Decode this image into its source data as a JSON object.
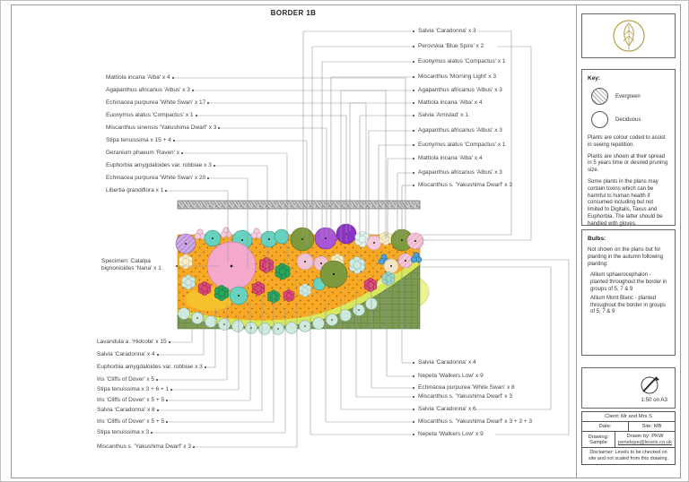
{
  "title": "BORDER 1B",
  "plan": {
    "specimen_label": "Specimen: Catalpa bignonioides 'Nana' x 1",
    "labels_left": [
      {
        "text": "Mattiola incana 'Alba' x 4"
      },
      {
        "text": "Agapanthus africanus 'Albus' x 3"
      },
      {
        "text": "Echinacea purpurea 'White Swan' x 17"
      },
      {
        "text": "Euonymus alatus 'Compactus' x 1"
      },
      {
        "text": "Miscanthus sinensis 'Yakushima Dwarf' x 3"
      },
      {
        "text": "Stipa tenuissima x 15 + 4"
      },
      {
        "text": "Geranium phaeum 'Raven' x"
      },
      {
        "text": "Euphorbia amygdaloides var. robbiae x 3"
      },
      {
        "text": "Echinacea purpurea 'White Swan' x 20"
      },
      {
        "text": "Libertia grandiflora x 1"
      }
    ],
    "labels_top": [
      {
        "text": "Salvia 'Caradonna' x 3"
      },
      {
        "text": "Perovskia 'Blue Spire' x 2"
      },
      {
        "text": "Euonymus alatus 'Compactus' x 1"
      },
      {
        "text": "Miscanthus 'Morning Light' x 3"
      },
      {
        "text": "Agapanthus africanus 'Albus' x 3"
      },
      {
        "text": "Mattiola incana 'Alba' x 4"
      },
      {
        "text": "Salvia 'Amistad' x 1"
      },
      {
        "text": "Agapanthus africanus 'Albus' x 3"
      },
      {
        "text": "Euonymus alatus 'Compactus' x 1"
      },
      {
        "text": "Mattiola incana 'Alba' x 4"
      },
      {
        "text": "Agapanthus africanus 'Albus' x 3"
      },
      {
        "text": "Miscanthus s. 'Yakushima Dwarf' x 3"
      }
    ],
    "labels_bottom_left": [
      {
        "text": "Lavandula a. 'Hidcote' x 15"
      },
      {
        "text": "Salvia 'Caradonna' x 4"
      },
      {
        "text": "Euphorbia amygdaloides var. robbiae x 3"
      },
      {
        "text": "Iris 'Cliffs of Dover' x 5"
      },
      {
        "text": "Stipa tenuissima x 3 + 6 + 1"
      },
      {
        "text": "Iris 'Cliffs of Dover' x 5 + 5"
      },
      {
        "text": "Salvia 'Caradonna' x 8"
      },
      {
        "text": "Iris 'Cliffs of Dover' x 5 + 5"
      },
      {
        "text": "Stipa tenuissima x 3"
      },
      {
        "text": "Miscanthus s. 'Yakushima Dwarf' x 3"
      }
    ],
    "labels_bottom_right": [
      {
        "text": "Salvia 'Caradonna' x 4"
      },
      {
        "text": "Nepeta 'Walkers Low' x 9"
      },
      {
        "text": "Echinacea purpurea 'White Swan' x 8"
      },
      {
        "text": "Miscanthus s. 'Yakushima Dwarf' x 3"
      },
      {
        "text": "Salvia 'Caradonna' x 6"
      },
      {
        "text": "Miscanthus s. 'Yakushima Dwarf' x 3 + 3 + 3"
      },
      {
        "text": "Nepeta 'Walkers Low' x 9"
      }
    ]
  },
  "sidebar": {
    "logo_icon": "leaf-in-circle",
    "key": {
      "title": "Key:",
      "items": [
        {
          "symbol": "hatched-circle",
          "label": "Evergreen"
        },
        {
          "symbol": "open-circle",
          "label": "Deciduous"
        }
      ]
    },
    "notes": [
      "Plants are colour coded to assist in seeing repetition.",
      "Plants are shown at their spread in 5 years time or desired pruning size.",
      "Some plants in the plans may contain toxins which can be harmful to human health if consumed including but not limited to Digitalis, Taxus and Euphorbia. The latter should be handled with gloves."
    ],
    "bulbs": {
      "title": "Bulbs:",
      "intro": "Not shown on the plans but for planting in the autumn following planting:",
      "items": [
        "Allium sphaerocephalon - planted throughout the border in groups of 5, 7 & 9",
        "Allium Mont Blanc - planted throughout the border in groups of 5, 7 & 9"
      ]
    },
    "compass": {
      "icon": "north-arrow",
      "scale": "1:50 on A3"
    },
    "titleblock": {
      "client": "Client: Mr and Mrs S",
      "date": "Date:",
      "site": "Site: MB",
      "drawing": "Drawing: Sample",
      "drawn_by": "Drawn by: PKW",
      "email": "penelope@levels.co.uk",
      "disclaimer": "Disclaimer: Levels to be checked on site and not scaled from this drawing."
    }
  },
  "colors": {
    "accent_gold": "#b3a050",
    "bed_orange": "#f7a825",
    "lawn_green": "#7d9b55",
    "wall_grey": "#cbcbcb"
  }
}
